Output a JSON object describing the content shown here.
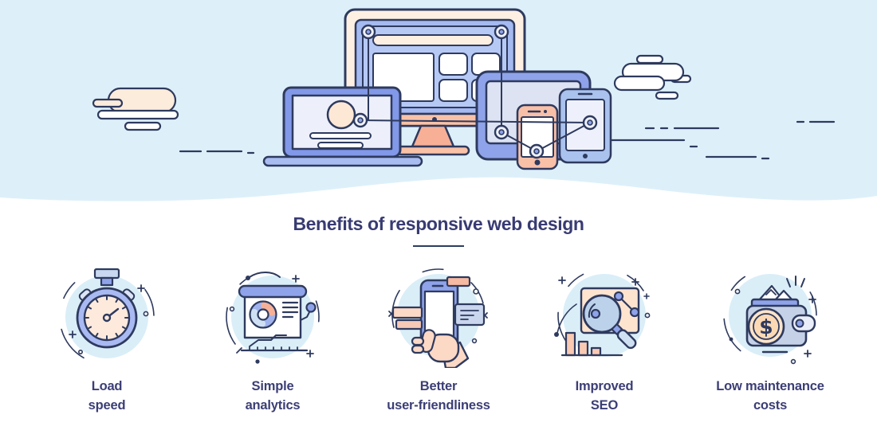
{
  "title": "Benefits of responsive web design",
  "benefits": [
    {
      "icon": "stopwatch-icon",
      "lines": [
        "Load",
        "speed"
      ]
    },
    {
      "icon": "analytics-presentation-icon",
      "lines": [
        "Simple",
        "analytics"
      ]
    },
    {
      "icon": "phone-in-hand-icon",
      "lines": [
        "Better",
        "user-friendliness"
      ]
    },
    {
      "icon": "seo-magnifier-icon",
      "lines": [
        "Improved",
        "SEO"
      ]
    },
    {
      "icon": "wallet-money-icon",
      "lines": [
        "Low maintenance",
        "costs"
      ]
    }
  ],
  "icons": {
    "dollar_symbol": "$"
  },
  "hero": {
    "alt": "Illustration of responsive web design: desktop monitor, laptop, tablet and smartphones connected by nodes, with clouds"
  },
  "colors": {
    "band_bg": "#ddf0fa",
    "icon_circle": "#daeef8",
    "outline_navy": "#2e3a5e",
    "heading_indigo": "#383b72",
    "periwinkle": "#8fa3ea",
    "screen_blue": "#b6c9f5",
    "peach": "#f9c2a7",
    "cream": "#fdf0e2"
  }
}
